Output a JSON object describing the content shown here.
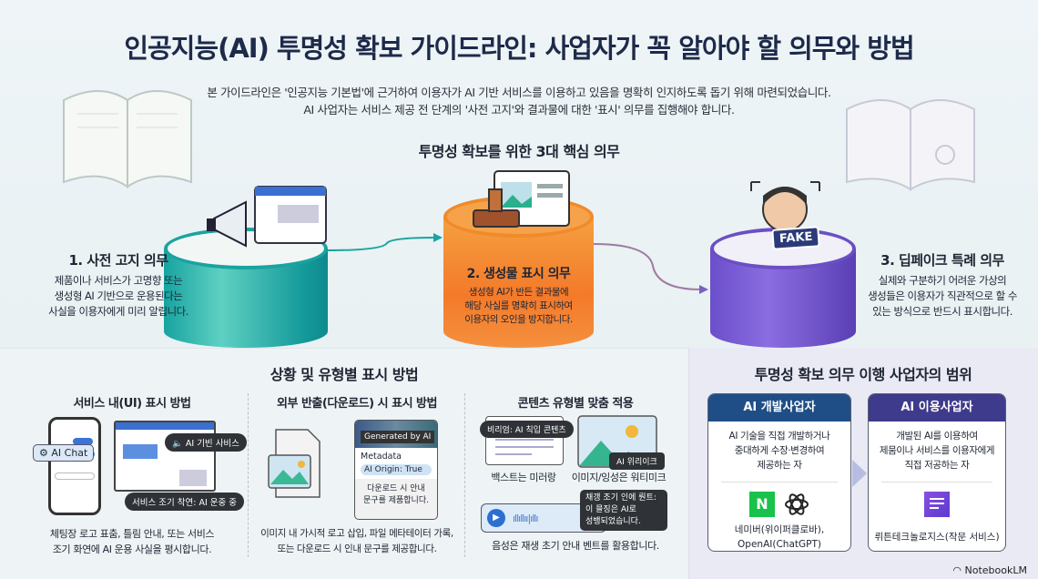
{
  "title": "인공지능(AI) 투명성 확보 가이드라인: 사업자가 꼭 알아야 할 의무와 방법",
  "subtitle": [
    "본 가이드라인은 '인공지능 기본법'에 근거하여 이용자가 AI 기반 서비스를 이용하고 있음을 명확히 인지하도록 돕기 위해 마련되었습니다.",
    "AI 사업자는 서비스 제공 전 단계의 '사전 고지'와 결과물에 대한 '표시' 의무를 집행해야 합니다."
  ],
  "core": {
    "heading": "투명성 확보를 위한 3대 핵심 의무",
    "duties": [
      {
        "title": "1. 사전 고지 의무",
        "desc": [
          "제품이나 서비스가 고명향 또는",
          "생성형 AI 기반으로 운용된다는",
          "사실을 이용자에게 미리 알립니다."
        ],
        "color": "#1aa3a0"
      },
      {
        "title": "2. 생성물 표시 의무",
        "desc": [
          "생성형 AI가 반든 결과물에",
          "해당 사실를 명확히 표시하여",
          "이용자의 오인을 방지합니다."
        ],
        "color": "#f08a2a"
      },
      {
        "title": "3. 딥페이크 특례 의무",
        "desc": [
          "실제와 구분하기 어려운 가상의",
          "생성들은 이용자가 직관적으로 할 수",
          "있는 방식으로 반드시 표시합니다."
        ],
        "color": "#6a4fc4"
      }
    ],
    "fake_badge": "FAKE"
  },
  "methods": {
    "heading": "상황 및 유형별 표시 방법",
    "ui": {
      "title": "서비스 내(UI) 표시 방법",
      "chat_label": "AI Chat",
      "tag1": "AI 기빈 사비스",
      "tag2": "서비스 조기 착연: AI 운중 중",
      "desc": [
        "체팅장 로고 표춤, 틀림 안내, 또는 서비스",
        "조기 화연에 AI 운용 사실을 평시합니다."
      ]
    },
    "download": {
      "title": "외부 반출(다운로드) 시 표시 방법",
      "badge": "Generated by AI",
      "meta": "Metadata",
      "origin": "AI Origin: True",
      "note": [
        "다운로드 시 안내",
        "문구를 제품합니다."
      ],
      "desc": [
        "이미지 내 가시적 로고 삽입, 파일 메타테이터 가록,",
        "또는 다운로드 시 인내 문구를 제공합니다."
      ]
    },
    "content": {
      "title": "콘텐츠 유형별 맞춤 적용",
      "text_tag": "비리엄: AI 칙입 콘텐츠",
      "text_cap": "백스트는 미러랑",
      "img_tag": "AI 위리이크",
      "img_cap": "이미지/잉성은 워티미크",
      "audio_tip": [
        "채갱 조기 인에 뤈트:",
        "이 믈징은 AI로",
        "성뱅되었습니다."
      ],
      "desc": "음성은 재생 초기 안내 벤트를 활용합니다."
    }
  },
  "scope": {
    "heading": "투명성 확보 의무 이행 사업자의 범위",
    "dev": {
      "title": "AI 개발사업자",
      "desc": [
        "AI 기술을 직접 개발하거나",
        "중대하게 수장·변경하여",
        "제공하는 자"
      ],
      "logo_n": "N",
      "examples": [
        "네미버(위이퍼클로바),",
        "OpenAI(ChatGPT)"
      ],
      "color": "#1f4e86"
    },
    "user": {
      "title": "AI 이용사업자",
      "desc": [
        "개발된 AI를 이용하여",
        "제뭄이나 서비스를 이용자에게",
        "직접 저공하는 자"
      ],
      "examples": [
        "뤼튼테크놀로지스(작문 서비스)"
      ],
      "color": "#3e3a8c"
    }
  },
  "brand": "NotebookLM"
}
